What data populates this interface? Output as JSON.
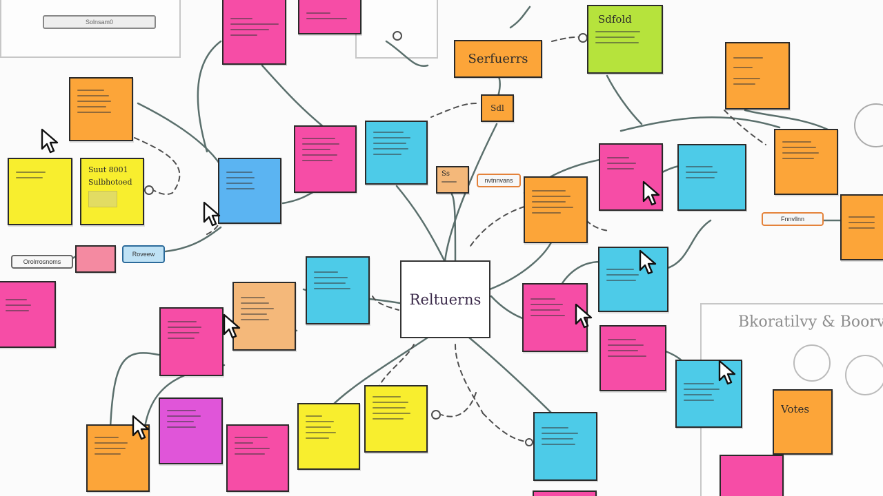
{
  "board": {
    "center_title": "Reltuerns",
    "frame_title": "Bkoratilvy & Boorve"
  },
  "toolbar": {
    "field_label": "Solnsam0"
  },
  "pills": {
    "left_panel": "Orolrrosnoms",
    "blue_pill": "Roveew",
    "mid_pill": "nvtnnvans",
    "right_pill": "Fnnvllnn"
  },
  "notes": {
    "suffixes": "Serfuerrs",
    "small_orange": "Sdl",
    "lime_title": "Sdfold",
    "yellow_title_1": "Suut 8001",
    "yellow_title_2": "Sulbhotoed",
    "votes": "Votes",
    "peach_small": "Ss"
  },
  "colors": {
    "yellow": "#f8ee2e",
    "pink": "#f64da6",
    "orange": "#fca539",
    "cyan": "#4dcbe8",
    "blue": "#5bb4f2",
    "lime": "#b6e33c",
    "magenta": "#e055d9",
    "peach": "#f4b87a"
  }
}
